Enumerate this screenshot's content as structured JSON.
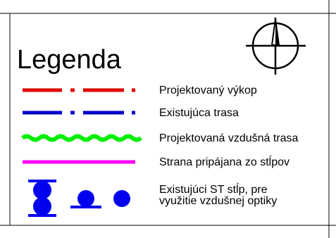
{
  "legend": {
    "title": "Legenda",
    "items": [
      {
        "label": "Projektovaný výkop",
        "color": "#dd0000",
        "style": "dash-dot"
      },
      {
        "label": "Existujúca trasa",
        "color": "#0000cc",
        "style": "dash-dot"
      },
      {
        "label": "Projektovaná vzdušná trasa",
        "color": "#00ee00",
        "style": "wavy"
      },
      {
        "label": "Strana pripájana zo stĺpov",
        "color": "#ff00ff",
        "style": "solid"
      },
      {
        "label_line1": "Existujúci ST stĺp, pre",
        "label_line2": "využitie vzdušnej optiky",
        "color": "#0000ee",
        "style": "pole-symbols"
      }
    ]
  },
  "north_arrow": {
    "icon": "north-arrow-icon",
    "color": "#000000"
  }
}
